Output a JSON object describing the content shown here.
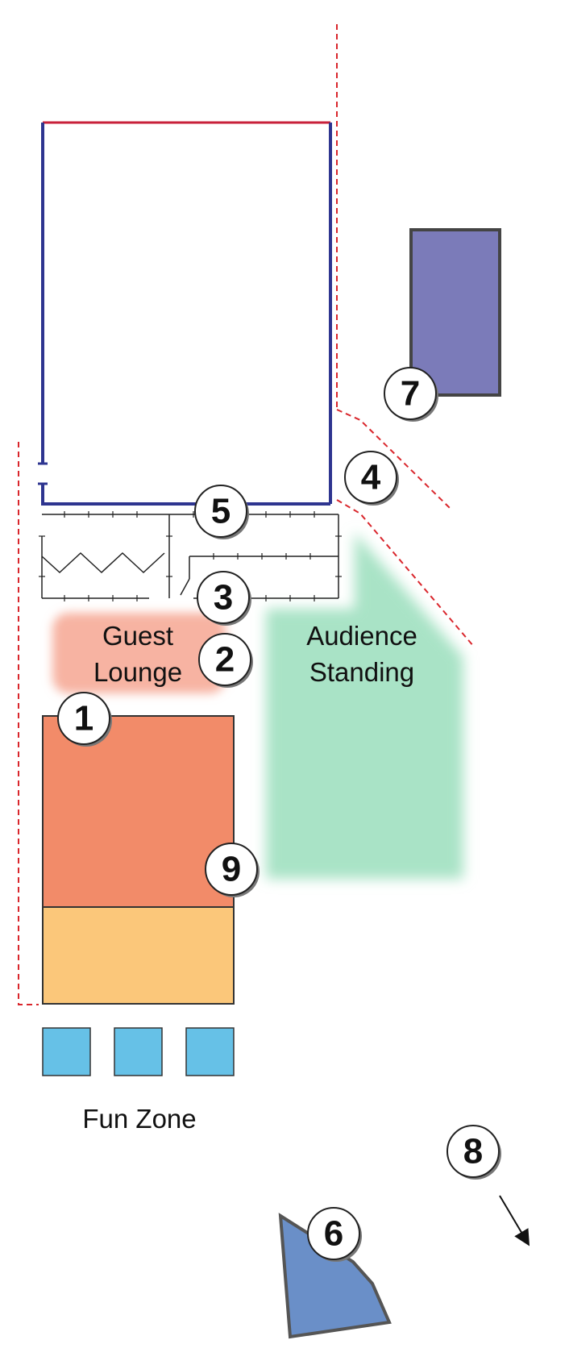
{
  "labels": {
    "guest_lounge_line1": "Guest",
    "guest_lounge_line2": "Lounge",
    "audience_line1": "Audience",
    "audience_line2": "Standing",
    "fun_zone": "Fun Zone"
  },
  "markers": {
    "m1": "1",
    "m2": "2",
    "m3": "3",
    "m4": "4",
    "m5": "5",
    "m6": "6",
    "m7": "7",
    "m8": "8",
    "m9": "9"
  },
  "colors": {
    "stage_outline": "#2e3590",
    "stage_top": "#c8203a",
    "boundary_dash": "#d9262c",
    "building_purple": "#7b7bb9",
    "building_blue": "#6a8fc8",
    "tent_orange": "#f28b69",
    "tent_yellow": "#fbc77a",
    "fun_zone_blue": "#66c1e7",
    "guest_lounge_pink": "#f7b3a2",
    "audience_green": "#a9e3c6"
  }
}
